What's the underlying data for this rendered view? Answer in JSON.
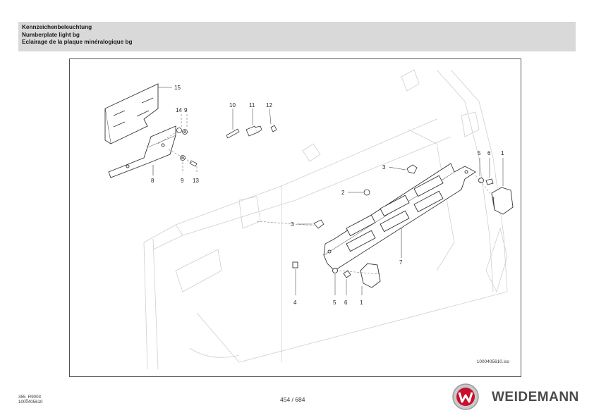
{
  "header": {
    "title_de": "Kennzeichenbeleuchtung",
    "title_en": "Numberplate light bg",
    "title_fr": "Eclairage de la plaque minéralogique bg"
  },
  "drawing": {
    "part_labels": {
      "p15": "15",
      "p14": "14",
      "p9a": "9",
      "p10": "10",
      "p11": "11",
      "p12": "12",
      "p8": "8",
      "p9b": "9",
      "p13": "13",
      "p3a": "3",
      "p2": "2",
      "p3b": "3",
      "p5a": "5",
      "p6a": "6",
      "p1a": "1",
      "p7": "7",
      "p4": "4",
      "p5b": "5",
      "p6b": "6",
      "p1b": "1"
    },
    "drawing_id": "1000405610.iso"
  },
  "footer": {
    "code_line1": "355_R9003",
    "code_line2": "1000405610",
    "page_number": "454 / 684",
    "brand": "WEIDEMANN"
  },
  "colors": {
    "logo_red": "#c8102e",
    "brand_gray": "#4a4a4a",
    "header_gray": "#d9d9d9"
  }
}
